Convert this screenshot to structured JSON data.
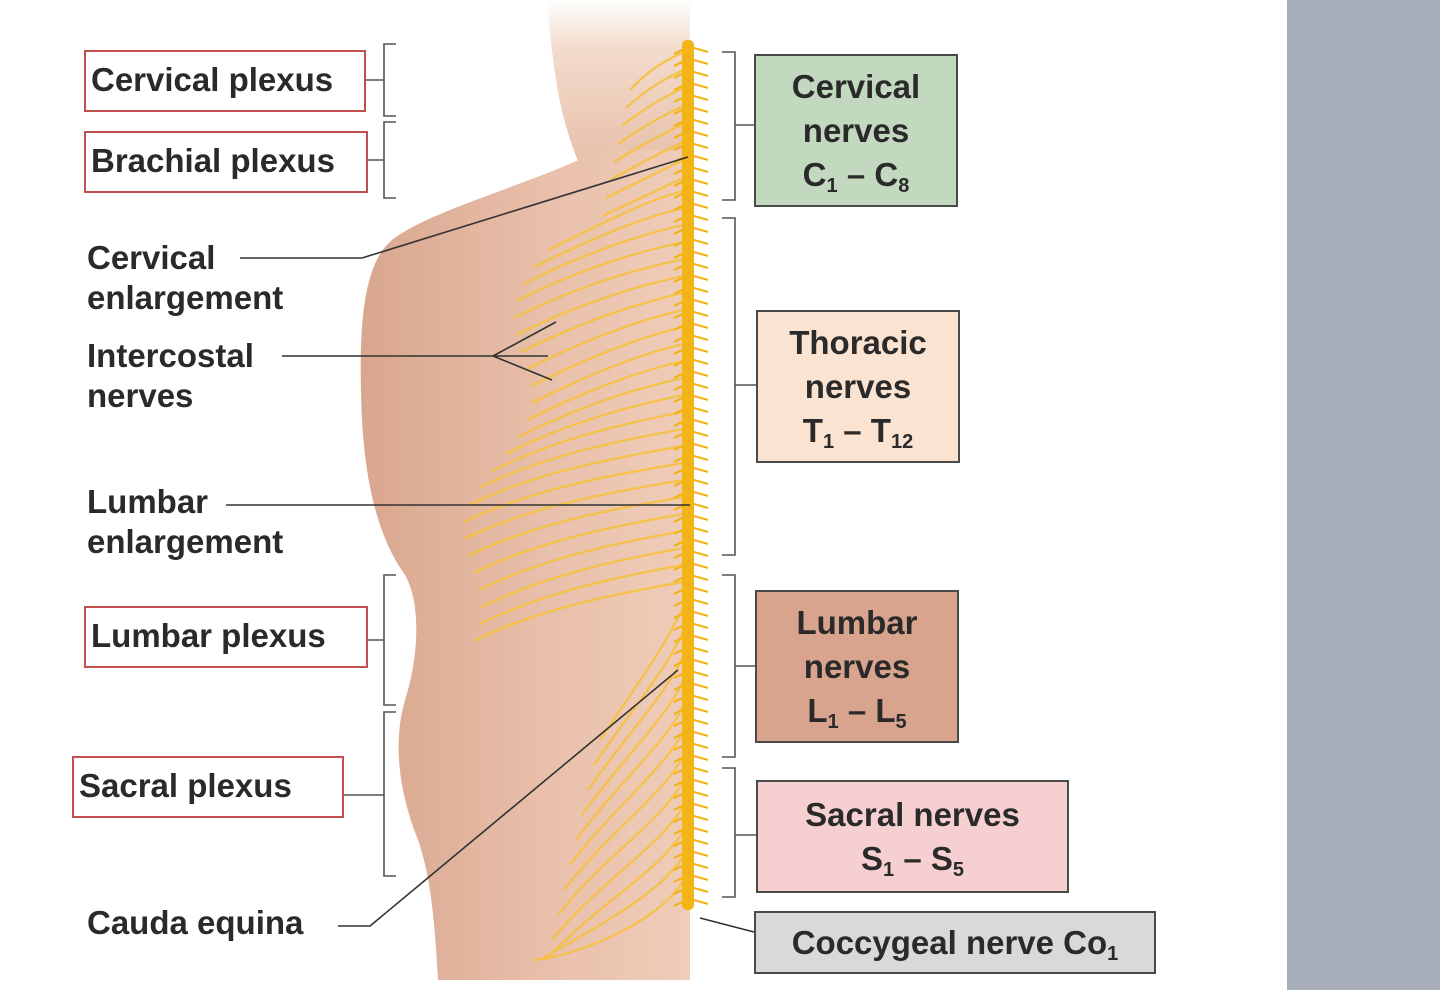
{
  "plexus_labels": {
    "cervical_plexus": "Cervical plexus",
    "brachial_plexus": "Brachial plexus",
    "lumbar_plexus": "Lumbar plexus",
    "sacral_plexus": "Sacral plexus"
  },
  "structure_labels": {
    "cervical_enlargement_l1": "Cervical",
    "cervical_enlargement_l2": "enlargement",
    "intercostal_l1": "Intercostal",
    "intercostal_l2": "nerves",
    "lumbar_enlargement_l1": "Lumbar",
    "lumbar_enlargement_l2": "enlargement",
    "cauda_equina": "Cauda equina"
  },
  "nerve_boxes": {
    "cervical": {
      "l1": "Cervical",
      "l2": "nerves",
      "a": "C",
      "a_sub": "1",
      "dash": "–",
      "b": "C",
      "b_sub": "8",
      "color": "#c2d8bf"
    },
    "thoracic": {
      "l1": "Thoracic",
      "l2": "nerves",
      "a": "T",
      "a_sub": "1",
      "dash": "–",
      "b": "T",
      "b_sub": "12",
      "color": "#fbe3d2"
    },
    "lumbar": {
      "l1": "Lumbar",
      "l2": "nerves",
      "a": "L",
      "a_sub": "1",
      "dash": "–",
      "b": "L",
      "b_sub": "5",
      "color": "#d8a48e"
    },
    "sacral": {
      "l1": "Sacral nerves",
      "a": "S",
      "a_sub": "1",
      "dash": "–",
      "b": "S",
      "b_sub": "5",
      "color": "#f6d0d0"
    },
    "coccygeal": {
      "l1": "Coccygeal nerve Co",
      "sub": "1",
      "color": "#d9d9d9"
    }
  },
  "colors": {
    "skin": "#e3b59f",
    "nerve": "#f5c242",
    "spinal_cord": "#f2b416",
    "plexus_border": "#c0504d",
    "sidebar": "#a9afba"
  }
}
